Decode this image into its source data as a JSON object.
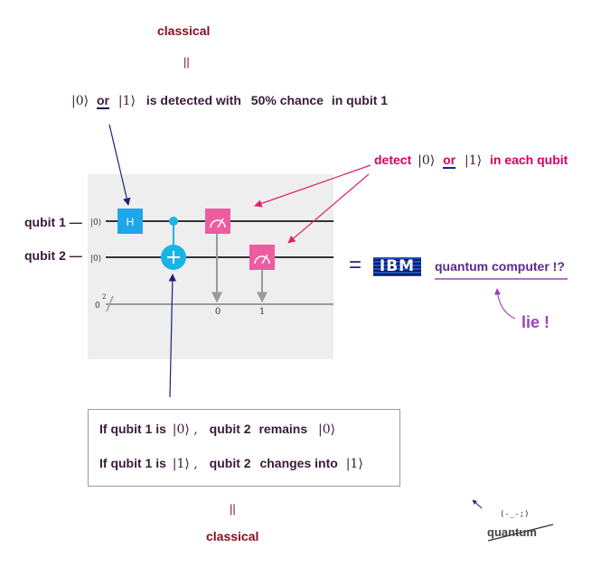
{
  "top": {
    "classical": "classical",
    "equals_sign": "||",
    "ket0": "|0⟩",
    "or": "or",
    "ket1": "|1⟩",
    "detected_text": "is detected with",
    "chance_text": "50% chance",
    "in_qubit_text": "in qubit 1"
  },
  "detect_note": {
    "prefix": "detect",
    "ket0": "|0⟩",
    "or": "or",
    "ket1": "|1⟩",
    "suffix": "in each qubit"
  },
  "circuit": {
    "qubit1_label": "qubit 1 —",
    "qubit2_label": "qubit 2 —",
    "qubit1_init": "|0⟩",
    "qubit2_init": "|0⟩",
    "classical_reg": "0",
    "classical_reg_size": "2",
    "h_gate": "H",
    "cbit0": "0",
    "cbit1": "1"
  },
  "equals": "=",
  "ibm": {
    "logo_text": "IBM",
    "caption": "quantum computer !?"
  },
  "lie": "lie !",
  "condition_box": {
    "line1_prefix": "If qubit 1 is",
    "line1_ket": "|0⟩ ,",
    "line1_middle": "qubit 2",
    "line1_verb": "remains",
    "line1_result": "|0⟩",
    "line2_prefix": "If qubit 1 is",
    "line2_ket": "|1⟩ ,",
    "line2_middle": "qubit  2",
    "line2_verb": "changes into",
    "line2_result": "|1⟩"
  },
  "bottom": {
    "equals_sign": "||",
    "classical": "classical"
  },
  "corner": {
    "face": "(-_-;)",
    "quantum": "quantum"
  },
  "colors": {
    "maroon": "#8b0a1e",
    "magenta": "#d6005f",
    "h_gate": "#1ea7e8",
    "measure_gate": "#ee5ca0",
    "cnot": "#19b4e6",
    "wire": "#333333",
    "classical_wire": "#9a9a9a"
  }
}
